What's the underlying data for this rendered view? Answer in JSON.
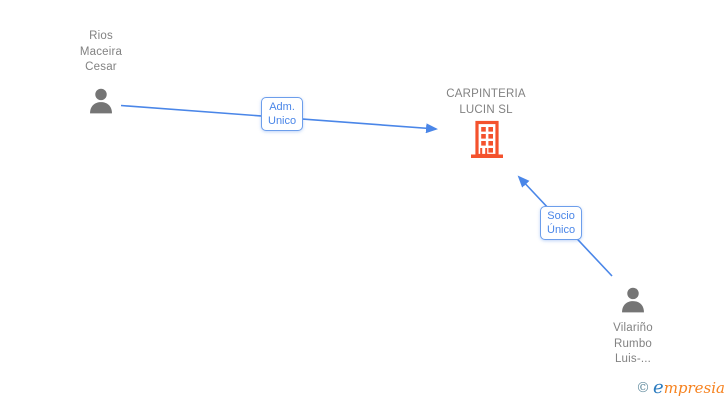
{
  "colors": {
    "edge_blue": "#4a86e8",
    "edge_label_border": "#6d9eeb",
    "edge_label_text": "#4a86e8",
    "node_text_gray": "#828282",
    "person_icon_gray": "#757575",
    "building_orange": "#f4522d",
    "logo_copyright": "#648da0",
    "logo_e_blue": "#2b7bbf",
    "logo_text_orange": "#f6821f"
  },
  "nodes": {
    "person1": {
      "type": "person",
      "name": "Rios Maceira Cesar",
      "lines": [
        "Rios",
        "Maceira",
        "Cesar"
      ]
    },
    "company": {
      "type": "company",
      "name": "CARPINTERIA LUCIN SL",
      "lines": [
        "CARPINTERIA",
        "LUCIN SL"
      ]
    },
    "person2": {
      "type": "person",
      "name": "Vilariño Rumbo Luis-...",
      "lines": [
        "Vilariño",
        "Rumbo",
        "Luis-..."
      ]
    }
  },
  "edges": {
    "adm": {
      "from": "Rios Maceira Cesar",
      "to": "CARPINTERIA LUCIN SL",
      "label_lines": [
        "Adm.",
        "Unico"
      ]
    },
    "socio": {
      "from": "Vilariño Rumbo Luis-...",
      "to": "CARPINTERIA LUCIN SL",
      "label_lines": [
        "Socio",
        "Único"
      ]
    }
  },
  "watermark": {
    "copyright": "©",
    "brand_initial": "e",
    "brand_rest": "mpresia"
  }
}
